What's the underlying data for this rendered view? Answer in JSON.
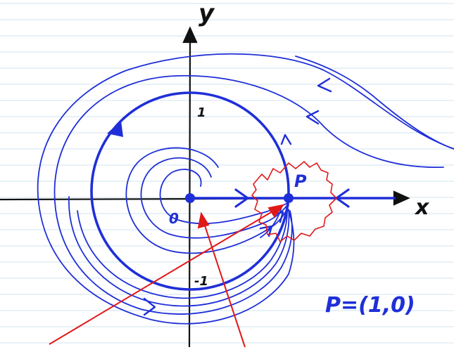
{
  "labels": {
    "y_axis": "y",
    "x_axis": "x",
    "origin": "0",
    "tick_pos": "1",
    "tick_neg": "-1",
    "point": "P",
    "point_eq": "P=(1,0)"
  },
  "colors": {
    "background": "#ffffff",
    "ruled_line": "#cfe3f1",
    "ink_black": "#111111",
    "ink_blue": "#1f2fd8",
    "ink_red": "#e11818"
  }
}
